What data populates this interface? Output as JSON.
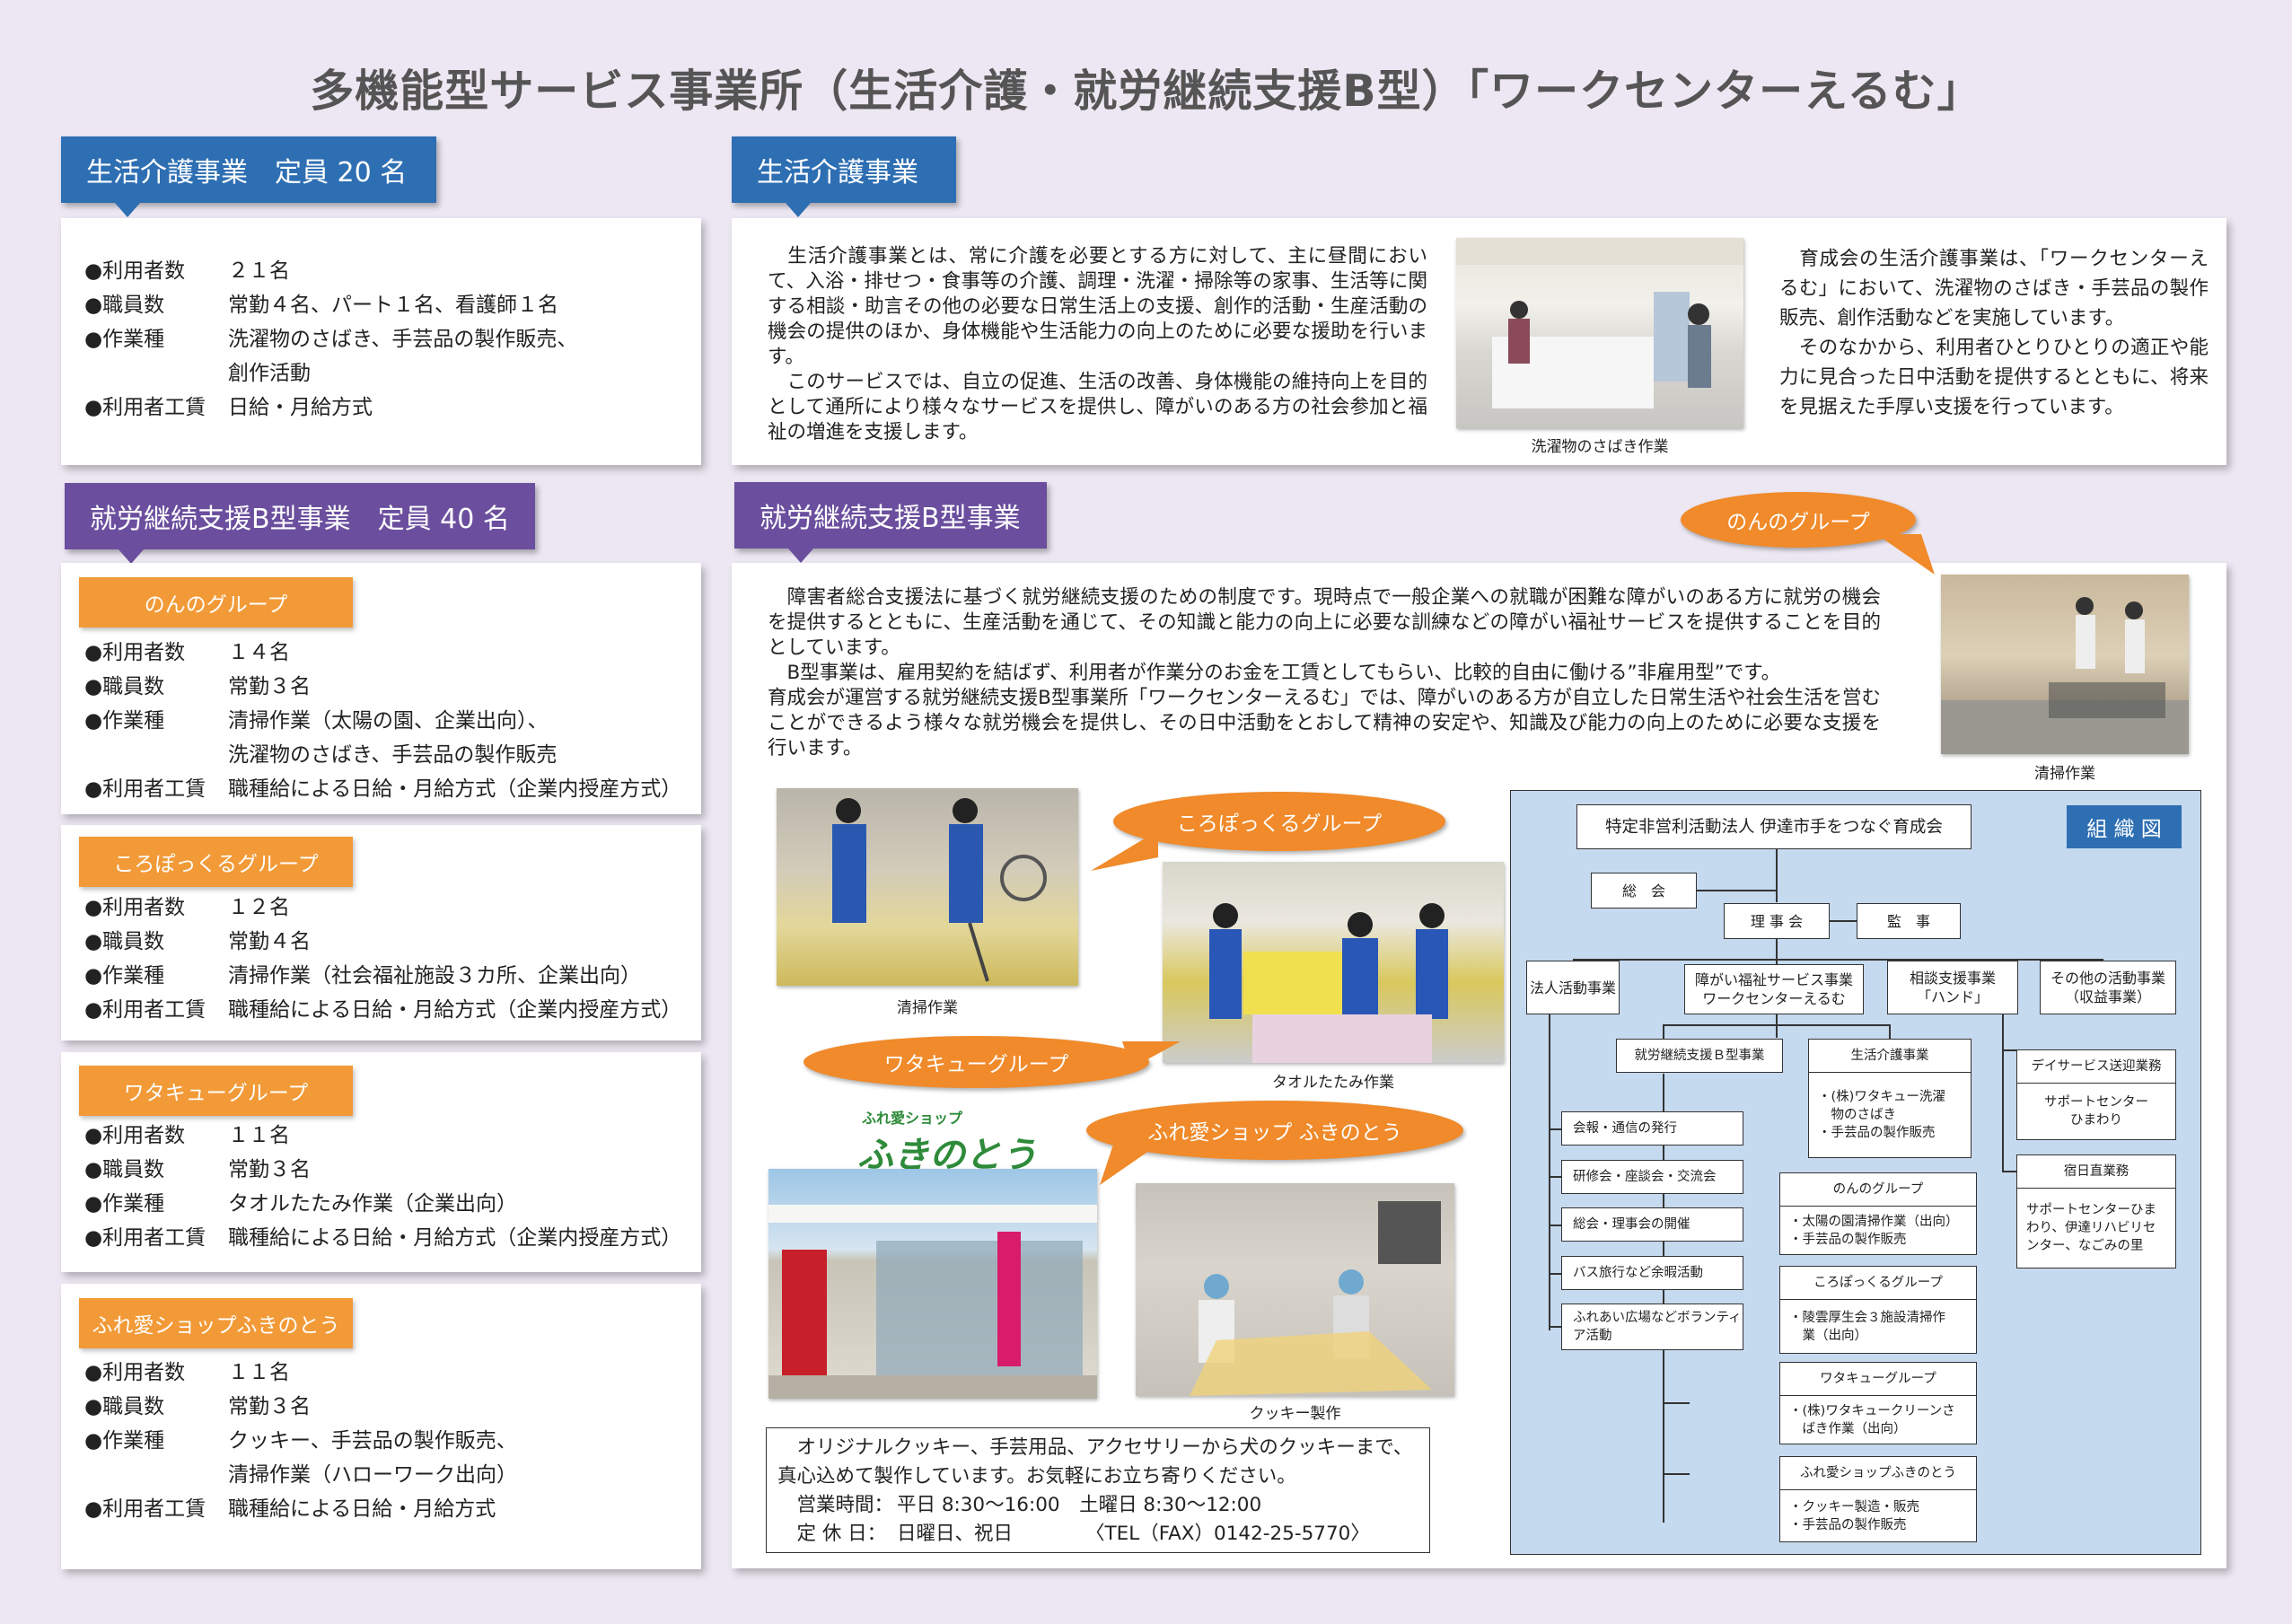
{
  "title": "多機能型サービス事業所（生活介護・就労継続支援B型）「ワークセンターえるむ」",
  "left": {
    "seikatsu_header": "生活介護事業　定員 20 名",
    "seikatsu_rows": [
      {
        "k": "●利用者数",
        "v": "２１名"
      },
      {
        "k": "●職員数",
        "v": "常勤４名、パート１名、看護師１名"
      },
      {
        "k": "●作業種",
        "v": "洗濯物のさばき、手芸品の製作販売、"
      },
      {
        "k": "",
        "v": "創作活動"
      },
      {
        "k": "●利用者工賃",
        "v": "日給・月給方式"
      }
    ],
    "shuro_header": "就労継続支援B型事業　定員 40 名",
    "groups": [
      {
        "name": "のんのグループ",
        "rows": [
          {
            "k": "●利用者数",
            "v": "１４名"
          },
          {
            "k": "●職員数",
            "v": "常勤３名"
          },
          {
            "k": "●作業種",
            "v": "清掃作業（太陽の園、企業出向）、"
          },
          {
            "k": "",
            "v": "洗濯物のさばき、手芸品の製作販売"
          },
          {
            "k": "●利用者工賃",
            "v": "職種給による日給・月給方式（企業内授産方式）"
          }
        ]
      },
      {
        "name": "ころぽっくるグループ",
        "rows": [
          {
            "k": "●利用者数",
            "v": "１２名"
          },
          {
            "k": "●職員数",
            "v": "常勤４名"
          },
          {
            "k": "●作業種",
            "v": "清掃作業（社会福祉施設３カ所、企業出向）"
          },
          {
            "k": "●利用者工賃",
            "v": "職種給による日給・月給方式（企業内授産方式）"
          }
        ]
      },
      {
        "name": "ワタキューグループ",
        "rows": [
          {
            "k": "●利用者数",
            "v": "１１名"
          },
          {
            "k": "●職員数",
            "v": "常勤３名"
          },
          {
            "k": "●作業種",
            "v": "タオルたたみ作業（企業出向）"
          },
          {
            "k": "●利用者工賃",
            "v": "職種給による日給・月給方式（企業内授産方式）"
          }
        ]
      },
      {
        "name": "ふれ愛ショップふきのとう",
        "rows": [
          {
            "k": "●利用者数",
            "v": "１１名"
          },
          {
            "k": "●職員数",
            "v": "常勤３名"
          },
          {
            "k": "●作業種",
            "v": "クッキー、手芸品の製作販売、"
          },
          {
            "k": "",
            "v": "清掃作業（ハローワーク出向）"
          },
          {
            "k": "●利用者工賃",
            "v": "職種給による日給・月給方式"
          }
        ]
      }
    ]
  },
  "right": {
    "seikatsu_header": "生活介護事業",
    "seikatsu_text1": "　生活介護事業とは、常に介護を必要とする方に対して、主に昼間において、入浴・排せつ・食事等の介護、調理・洗濯・掃除等の家事、生活等に関する相談・助言その他の必要な日常生活上の支援、創作的活動・生産活動の機会の提供のほか、身体機能や生活能力の向上のために必要な援助を行います。",
    "seikatsu_text2": "　このサービスでは、自立の促進、生活の改善、身体機能の維持向上を目的として通所により様々なサービスを提供し、障がいのある方の社会参加と福祉の増進を支援します。",
    "photo1_caption": "洗濯物のさばき作業",
    "seikatsu_text3": "　育成会の生活介護事業は、「ワークセンターえるむ」において、洗濯物のさばき・手芸品の製作販売、創作活動などを実施しています。",
    "seikatsu_text4": "　そのなかから、利用者ひとりひとりの適正や能力に見合った日中活動を提供するとともに、将来を見据えた手厚い支援を行っています。",
    "shuro_header": "就労継続支援B型事業",
    "bubble_nonno": "のんのグループ",
    "shuro_text1": "　障害者総合支援法に基づく就労継続支援のための制度です。現時点で一般企業への就職が困難な障がいのある方に就労の機会を提供するとともに、生産活動を通じて、その知識と能力の向上に必要な訓練などの障がい福祉サービスを提供することを目的としています。",
    "shuro_text2": "　B型事業は、雇用契約を結ばず、利用者が作業分のお金を工賃としてもらい、比較的自由に働ける”非雇用型”です。",
    "shuro_text3": "育成会が運営する就労継続支援B型事業所「ワークセンターえるむ」では、障がいのある方が自立した日常生活や社会生活を営むことができるよう様々な就労機会を提供し、その日中活動をとおして精神の安定や、知識及び能力の向上のために必要な支援を行います。",
    "photo_nonno_caption": "清掃作業",
    "photo_clean_caption": "清掃作業",
    "bubble_koro": "ころぽっくるグループ",
    "photo_towel_caption": "タオルたたみ作業",
    "bubble_wata": "ワタキューグループ",
    "bubble_fureai": "ふれ愛ショップ ふきのとう",
    "shop_logo_small": "ふれ愛ショップ",
    "shop_logo_big": "ふきのとう",
    "photo_cookie_caption": "クッキー製作",
    "shop_info": {
      "line1": "　オリジナルクッキー、手芸用品、アクセサリーから犬のクッキーまで、",
      "line2": "真心込めて製作しています。お気軽にお立ち寄りください。",
      "hours_label": "　営業時間：",
      "hours_value": "平日 8:30〜16:00　土曜日 8:30〜12:00",
      "closed_label": "　定 休 日：",
      "closed_value": "日曜日、祝日",
      "tel": "〈TEL（FAX）0142-25-5770〉"
    }
  },
  "org": {
    "label": "組 織 図",
    "top": "特定非営利活動法人 伊達市手をつなぐ育成会",
    "soukai": "総　会",
    "rijikai": "理 事 会",
    "kansa": "監　事",
    "houjin": "法人活動事業",
    "shogai": "障がい福祉サービス事業\nワークセンターえるむ",
    "soudan": "相談支援事業\n「ハンド」",
    "other": "その他の活動事業\n（収益事業）",
    "shuro_b": "就労継続支援Ｂ型事業",
    "seikatsu": "生活介護事業",
    "seikatsu_items": "・(株)ワタキュー洗濯\n　物のさばき\n・手芸品の製作販売",
    "houjin_items": [
      "会報・通信の発行",
      "研修会・座談会・交流会",
      "総会・理事会の開催",
      "バス旅行など余暇活動",
      "ふれあい広場などボランティア活動"
    ],
    "groups": [
      {
        "name": "のんのグループ",
        "items": "・太陽の園清掃作業（出向）\n・手芸品の製作販売"
      },
      {
        "name": "ころぽっくるグループ",
        "items": "・陵雲厚生会３施設清掃作\n　業（出向）"
      },
      {
        "name": "ワタキューグループ",
        "items": "・(株)ワタキュークリーンさ\n　ばき作業（出向）"
      },
      {
        "name": "ふれ愛ショップふきのとう",
        "items": "・クッキー製造・販売\n・手芸品の製作販売"
      }
    ],
    "day_service": "デイサービス送迎業務",
    "day_service_items": "サポートセンター\nひまわり",
    "shukuhaku": "宿日直業務",
    "shukuhaku_items": "サポートセンターひま\nわり、伊達リハビリセ\nンター、なごみの里"
  }
}
